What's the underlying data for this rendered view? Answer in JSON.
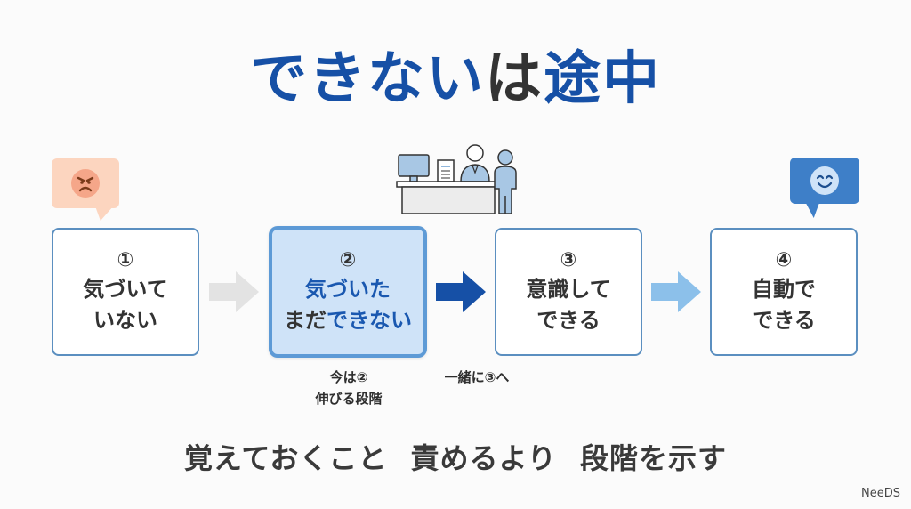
{
  "title": {
    "part1": "できない",
    "part2": "は",
    "part3": "途中"
  },
  "bubbles": {
    "left": {
      "icon": "angry-face-icon",
      "color": "#fcd5bf"
    },
    "right": {
      "icon": "smiling-face-icon",
      "color": "#3e7fc8"
    }
  },
  "illustration": {
    "icon": "reception-desk-icon"
  },
  "steps": [
    {
      "num": "①",
      "lines": [
        "気づいて",
        "いない"
      ]
    },
    {
      "num": "②",
      "line1": "気づいた",
      "line2_dark": "まだ",
      "line2_blue": "できない",
      "active": true
    },
    {
      "num": "③",
      "lines": [
        "意識して",
        "できる"
      ]
    },
    {
      "num": "④",
      "lines": [
        "自動で",
        "できる"
      ]
    }
  ],
  "arrows": [
    {
      "color": "#e3e3e3"
    },
    {
      "color": "#1650a6"
    },
    {
      "color": "#8cc0ea"
    }
  ],
  "notes": {
    "current": [
      "今は②",
      "伸びる段階"
    ],
    "together": "一緒に③へ"
  },
  "footer": {
    "message": "覚えておくこと  責めるより  段階を示す"
  },
  "brand": "NeeDS",
  "colors": {
    "accent_blue": "#1650a6",
    "box_border": "#5b8fc0",
    "active_fill": "#cfe3f8"
  }
}
